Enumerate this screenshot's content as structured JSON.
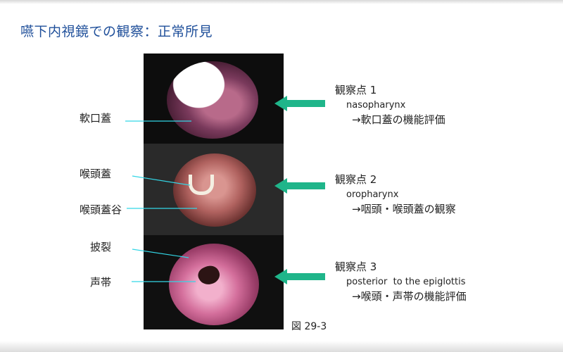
{
  "title": "嚥下内視鏡での観察：正常所見",
  "figure_label": "図 29-3",
  "left_labels": [
    "軟口蓋",
    "喉頭蓋",
    "喉頭蓋谷",
    "披裂",
    "声帯"
  ],
  "observations": [
    {
      "heading": "観察点 1",
      "english": "nasopharynx",
      "japanese": "→軟口蓋の機能評価"
    },
    {
      "heading": "観察点 2",
      "english": "oropharynx",
      "japanese": "→咽頭・喉頭蓋の観察"
    },
    {
      "heading": "観察点 3",
      "english": "posterior  to the epiglottis",
      "japanese": "→喉頭・声帯の機能評価"
    }
  ],
  "colors": {
    "title": "#1f4f9a",
    "pointer_line": "#33d6e6",
    "arrow": "#1fb58a"
  }
}
